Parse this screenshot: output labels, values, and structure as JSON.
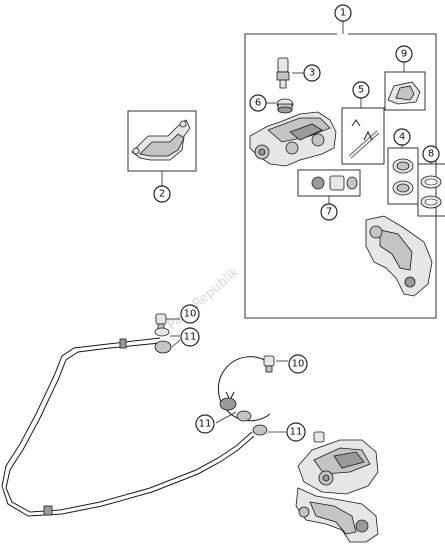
{
  "watermark": "PartsRepublik",
  "callouts": [
    {
      "id": "c1",
      "label": "1"
    },
    {
      "id": "c2",
      "label": "2"
    },
    {
      "id": "c3",
      "label": "3"
    },
    {
      "id": "c4",
      "label": "4"
    },
    {
      "id": "c5",
      "label": "5"
    },
    {
      "id": "c6",
      "label": "6"
    },
    {
      "id": "c7",
      "label": "7"
    },
    {
      "id": "c8",
      "label": "8"
    },
    {
      "id": "c9",
      "label": "9"
    },
    {
      "id": "c10a",
      "label": "10"
    },
    {
      "id": "c11a",
      "label": "11"
    },
    {
      "id": "c10b",
      "label": "10"
    },
    {
      "id": "c11b",
      "label": "11"
    },
    {
      "id": "c11c",
      "label": "11"
    }
  ]
}
